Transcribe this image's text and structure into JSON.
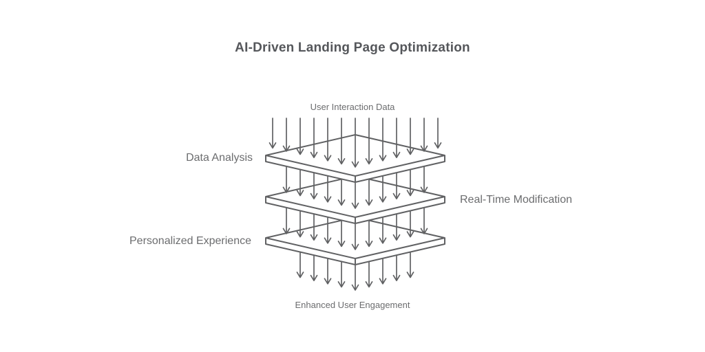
{
  "title": "AI-Driven Landing Page Optimization",
  "diagram": {
    "input_label": "User Interaction Data",
    "output_label": "Enhanced User Engagement",
    "layers": [
      {
        "label": "Data Analysis",
        "side": "left"
      },
      {
        "label": "Real-Time Modification",
        "side": "right"
      },
      {
        "label": "Personalized Experience",
        "side": "left"
      }
    ],
    "arrow_rows": [
      13,
      11,
      11,
      9
    ],
    "colors": {
      "stroke": "#606163",
      "plate_fill": "#ffffff",
      "label_text": "#6b6c6e",
      "title_text": "#55575b",
      "background": "#ffffff"
    }
  }
}
